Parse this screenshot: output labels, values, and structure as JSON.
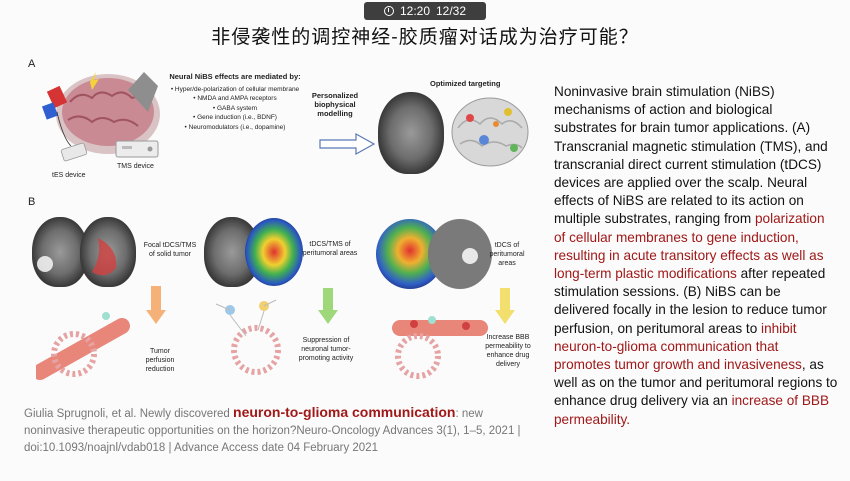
{
  "overlay": {
    "time": "12:20",
    "page": "12/32",
    "clock_icon": "clock-icon"
  },
  "title": "非侵袭性的调控神经-胶质瘤对话成为治疗可能？",
  "figure": {
    "panel_a_letter": "A",
    "panel_b_letter": "B",
    "tes_device_label": "tES device",
    "tms_device_label": "TMS device",
    "nibs_header": "Neural NiBS effects are mediated by:",
    "nibs_items": [
      "• Hyper/de-polarization of cellular membrane",
      "• NMDA and AMPA receptors",
      "• GABA system",
      "• Gene induction (i.e., BDNF)",
      "• Neuromodulators (i.e., dopamine)"
    ],
    "modelling_label": "Personalized biophysical modelling",
    "targeting_label": "Optimized targeting",
    "b1_top": "Focal tDCS/TMS of solid tumor",
    "b1_bottom": "Tumor perfusion reduction",
    "b2_top": "tDCS/TMS of peritumoral areas",
    "b2_bottom": "Suppression of neuronal tumor-promoting activity",
    "b3_top": "tDCS of peritumoral areas",
    "b3_bottom": "Increase BBB permeability to enhance drug delivery",
    "colors": {
      "orange_arrow": "#f6b178",
      "green_arrow": "#9fd77b",
      "yellow_arrow": "#f2df6d"
    }
  },
  "description": {
    "p1": "Noninvasive brain stimulation (NiBS) mechanisms of action and biological substrates for brain tumor applications. (A) Transcranial magnetic stimulation (TMS), and transcranial direct current stimulation (tDCS) devices are applied over the scalp. Neural effects of NiBS are related to its action on multiple substrates, ranging from",
    "r1": "polarization of cellular membranes to gene induction, resulting in acute transitory effects as well as long-term plastic modifications",
    "p2": " after repeated stimulation sessions. (B) NiBS can be delivered focally in the lesion to reduce tumor perfusion, on peritumoral areas to ",
    "r2": "inhibit neuron-to-glioma communication that promotes tumor growth and invasiveness",
    "p3": ", as well as on the tumor and peritumoral regions to enhance drug delivery via an ",
    "r3": "increase of BBB permeability."
  },
  "citation": {
    "pre": "Giulia Sprugnoli, et al. Newly discovered ",
    "highlight": "neuron-to-glioma communication",
    "post": ": new noninvasive therapeutic opportunities on the horizon?Neuro-Oncology Advances 3(1), 1–5, 2021 | doi:10.1093/noajnl/vdab018 | Advance Access date 04 February 2021"
  },
  "accent_color": "#a01818"
}
